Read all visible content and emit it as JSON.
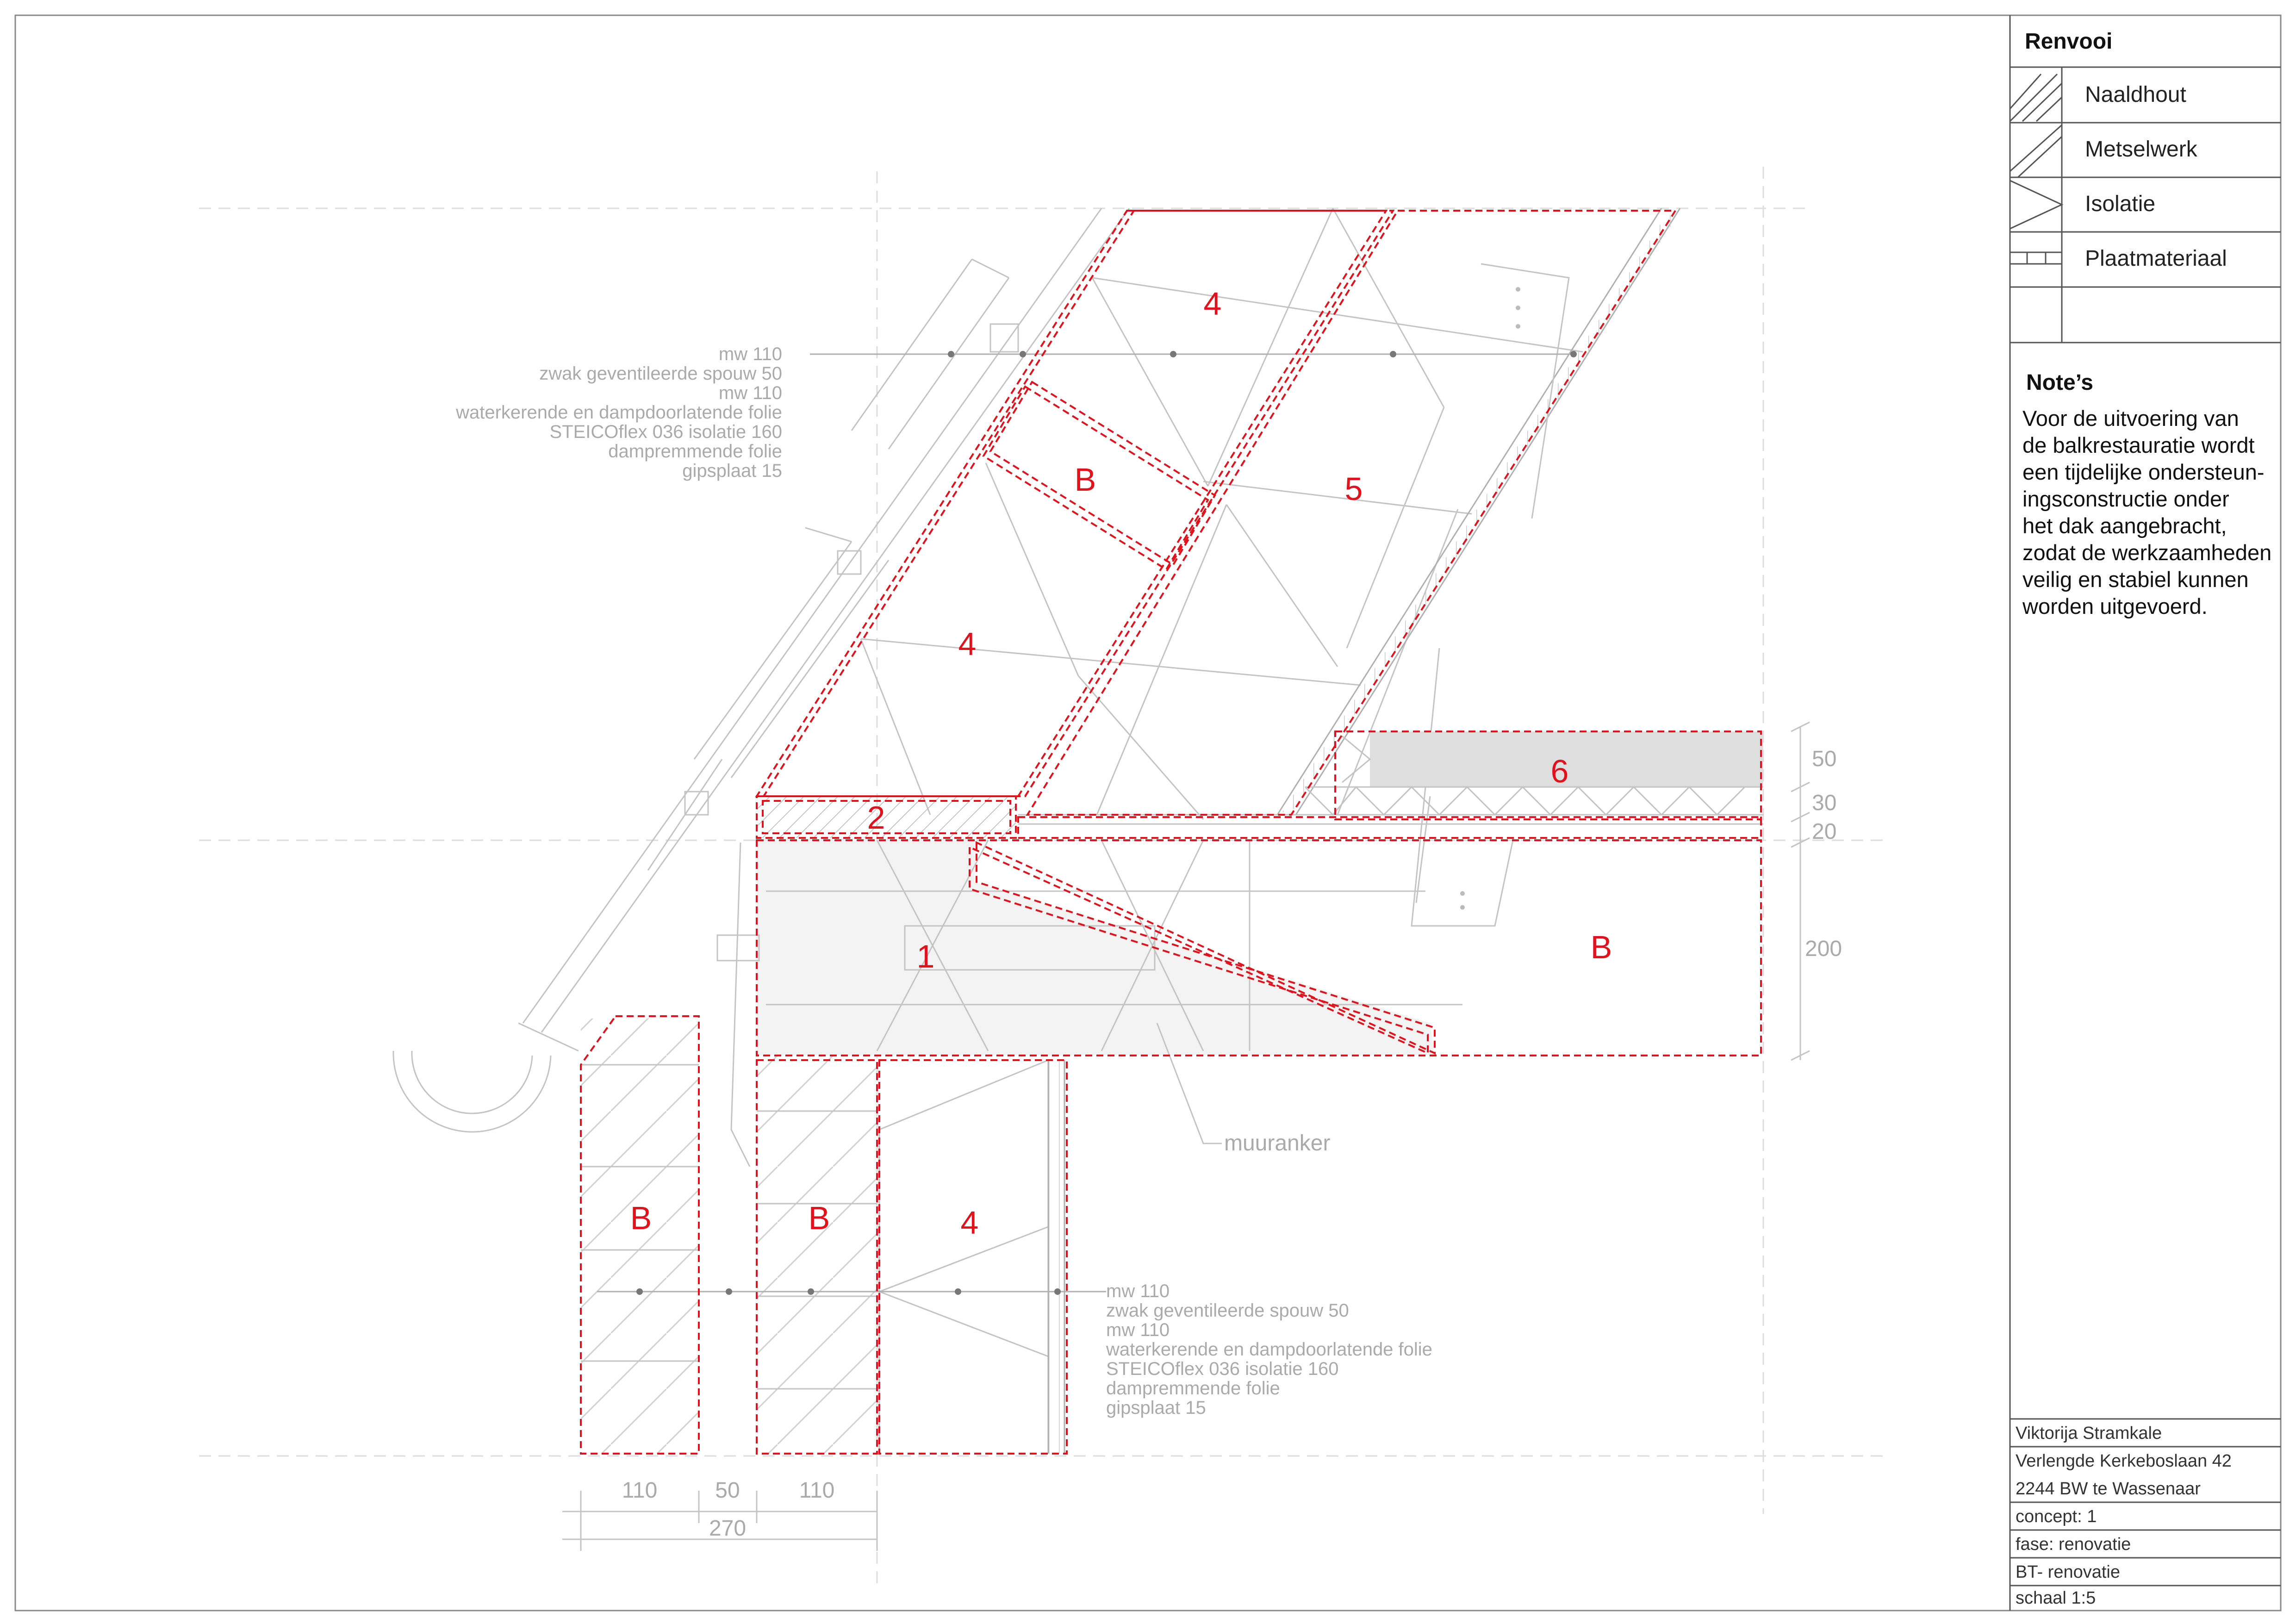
{
  "legend": {
    "title": "Renvooi",
    "items": [
      {
        "label": "Naaldhout",
        "icon": "naaldhout-hatch-icon"
      },
      {
        "label": "Metselwerk",
        "icon": "metselwerk-hatch-icon"
      },
      {
        "label": "Isolatie",
        "icon": "isolatie-zigzag-icon"
      },
      {
        "label": "Plaatmateriaal",
        "icon": "plaatmateriaal-grid-icon"
      },
      {
        "label": "",
        "icon": ""
      }
    ]
  },
  "notes": {
    "title": "Note’s",
    "lines": [
      "Voor de uitvoering van",
      "de balkrestauratie wordt",
      "een tijdelijke ondersteun-",
      "ingsconstructie onder",
      "het dak aangebracht,",
      "zodat de werkzaamheden",
      "veilig en stabiel kunnen",
      "worden uitgevoerd."
    ]
  },
  "titleblock": {
    "name": "Viktorija Stramkale",
    "address": "Verlengde Kerkeboslaan 42",
    "city": "2244 BW te Wassenaar",
    "concept": "concept: 1",
    "phase": "fase: renovatie",
    "bt": "BT- renovatie",
    "scale": "schaal 1:5"
  },
  "annotations": {
    "roof_layers": [
      "mw 110",
      "zwak geventileerde spouw 50",
      "mw 110",
      "waterkerende en dampdoorlatende folie",
      "STEICOflex 036 isolatie 160",
      "dampremmende folie",
      "gipsplaat 15"
    ],
    "wall_layers": [
      "mw 110",
      "zwak geventileerde spouw 50",
      "mw 110",
      "waterkerende en dampdoorlatende folie",
      "STEICOflex 036 isolatie 160",
      "dampremmende folie",
      "gipsplaat 15"
    ],
    "anchor_label": "muuranker"
  },
  "dimensions": {
    "right": [
      "50",
      "30",
      "20",
      "200"
    ],
    "bottom": [
      "110",
      "50",
      "110",
      "270"
    ]
  },
  "zone_labels": {
    "roof_upper_4": "4",
    "roof_b": "B",
    "roof_5": "5",
    "roof_lower_4": "4",
    "plate_2": "2",
    "beam_1": "1",
    "beam_b": "B",
    "floor_6": "6",
    "wall_outer_b": "B",
    "wall_inner_b": "B",
    "wall_4": "4"
  },
  "colors": {
    "markup_red": "#e3111b",
    "line_grey": "#c4c4c4",
    "text_grey": "#aaaaaa"
  }
}
